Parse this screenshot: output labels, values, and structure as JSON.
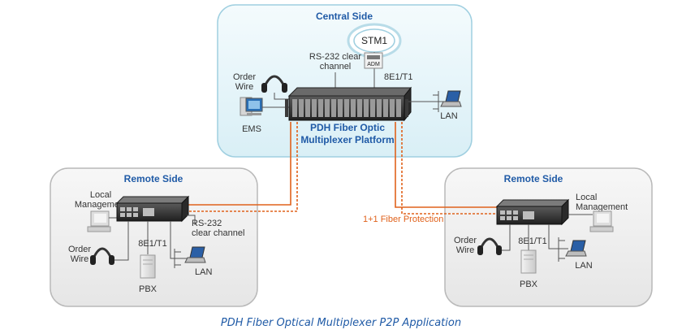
{
  "central": {
    "title": "Central Side",
    "stm1": "STM1",
    "adm": "ADM",
    "rs232": [
      "RS-232 clear",
      "channel"
    ],
    "e1": "8E1/T1",
    "order_wire": [
      "Order",
      "Wire"
    ],
    "ems": "EMS",
    "lan": "LAN",
    "platform": [
      "PDH Fiber Optic",
      "Multiplexer Platform"
    ]
  },
  "remote_left": {
    "title": "Remote Side",
    "local_mgmt": [
      "Local",
      "Management"
    ],
    "rs232": [
      "RS-232",
      "clear channel"
    ],
    "order_wire": [
      "Order",
      "Wire"
    ],
    "e1": "8E1/T1",
    "pbx": "PBX",
    "lan": "LAN"
  },
  "remote_right": {
    "title": "Remote Side",
    "local_mgmt": [
      "Local",
      "Management"
    ],
    "order_wire": [
      "Order",
      "Wire"
    ],
    "e1": "8E1/T1",
    "pbx": "PBX",
    "lan": "LAN"
  },
  "fiber_protection": "1+1 Fiber Protection",
  "caption": "PDH Fiber Optical Multiplexer P2P Application",
  "colors": {
    "central_fill": "#e4f3f8",
    "central_stroke": "#9fcfe0",
    "remote_fill": "#efefef",
    "remote_stroke": "#b9b9b9",
    "fiber": "#e0621c",
    "title": "#1f5aa6"
  }
}
